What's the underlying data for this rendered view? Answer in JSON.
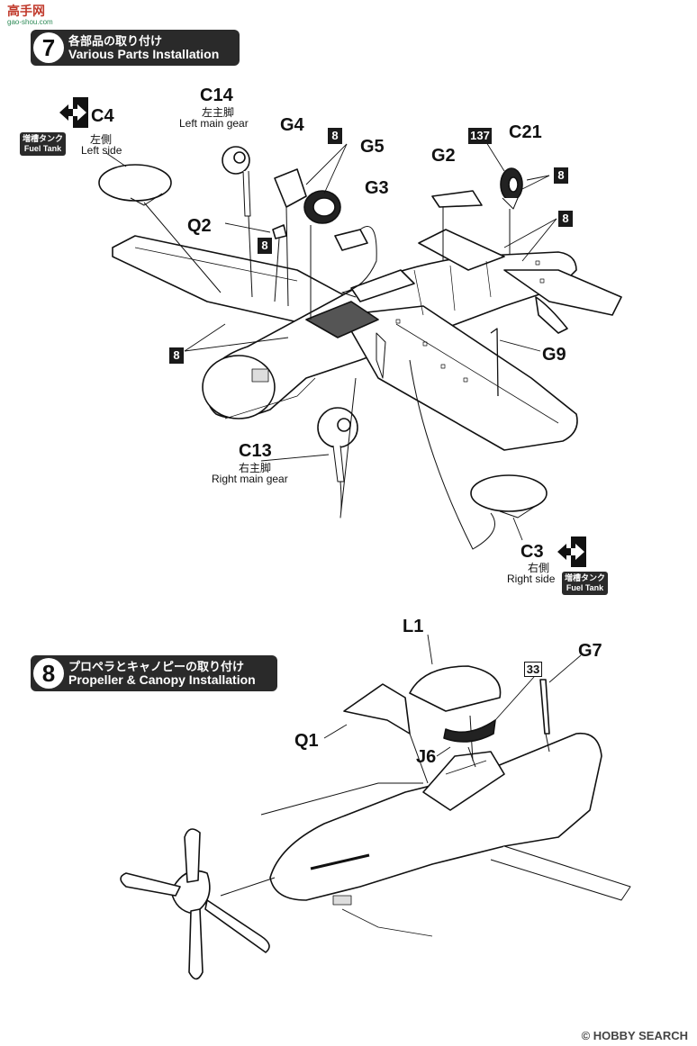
{
  "watermark": {
    "text": "高手网",
    "url": "gao-shou.com"
  },
  "step7": {
    "number": "7",
    "title_jp": "各部品の取り付け",
    "title_en": "Various Parts Installation"
  },
  "step8": {
    "number": "8",
    "title_jp": "プロペラとキャノピーの取り付け",
    "title_en": "Propeller & Canopy Installation"
  },
  "parts": {
    "c4": "C4",
    "c4_jp": "左側",
    "c4_en": "Left side",
    "c14": "C14",
    "c14_jp": "左主脚",
    "c14_en": "Left main gear",
    "g4": "G4",
    "g5": "G5",
    "g3": "G3",
    "g2": "G2",
    "c21": "C21",
    "q2": "Q2",
    "g9": "G9",
    "c13": "C13",
    "c13_jp": "右主脚",
    "c13_en": "Right main gear",
    "c3": "C3",
    "c3_jp": "右側",
    "c3_en": "Right side",
    "l1": "L1",
    "g7": "G7",
    "q1": "Q1",
    "j6": "J6"
  },
  "fuel_tank_tag": {
    "jp": "増槽タンク",
    "en": "Fuel Tank"
  },
  "color_codes": {
    "c8": "8",
    "c137": "137",
    "c33": "33"
  },
  "footer": {
    "text": "HOBBY SEARCH",
    "mark": "©"
  }
}
